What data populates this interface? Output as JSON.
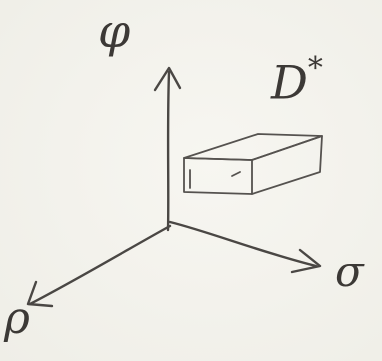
{
  "diagram": {
    "axes": {
      "vertical_label": "φ",
      "right_label": "σ",
      "left_label": "ρ"
    },
    "region": {
      "label": "D",
      "label_superscript": "*"
    }
  }
}
